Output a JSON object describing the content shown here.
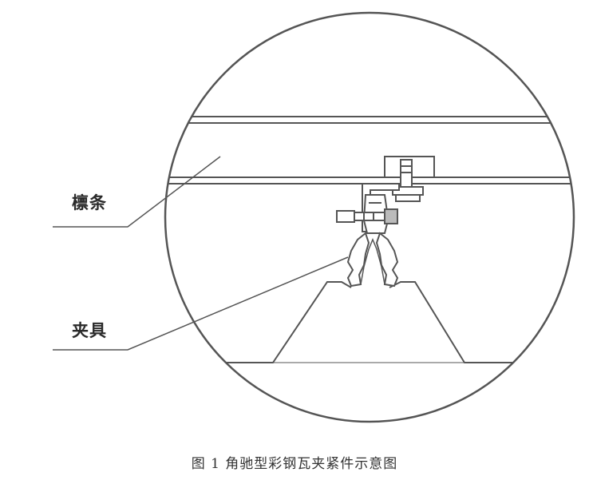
{
  "labels": {
    "purlin": "檩条",
    "clamp": "夹具"
  },
  "caption": "图 1 角驰型彩钢瓦夹紧件示意图",
  "colors": {
    "stroke": "#555555",
    "background": "#ffffff",
    "bolt_fill": "#bbbbbb"
  }
}
